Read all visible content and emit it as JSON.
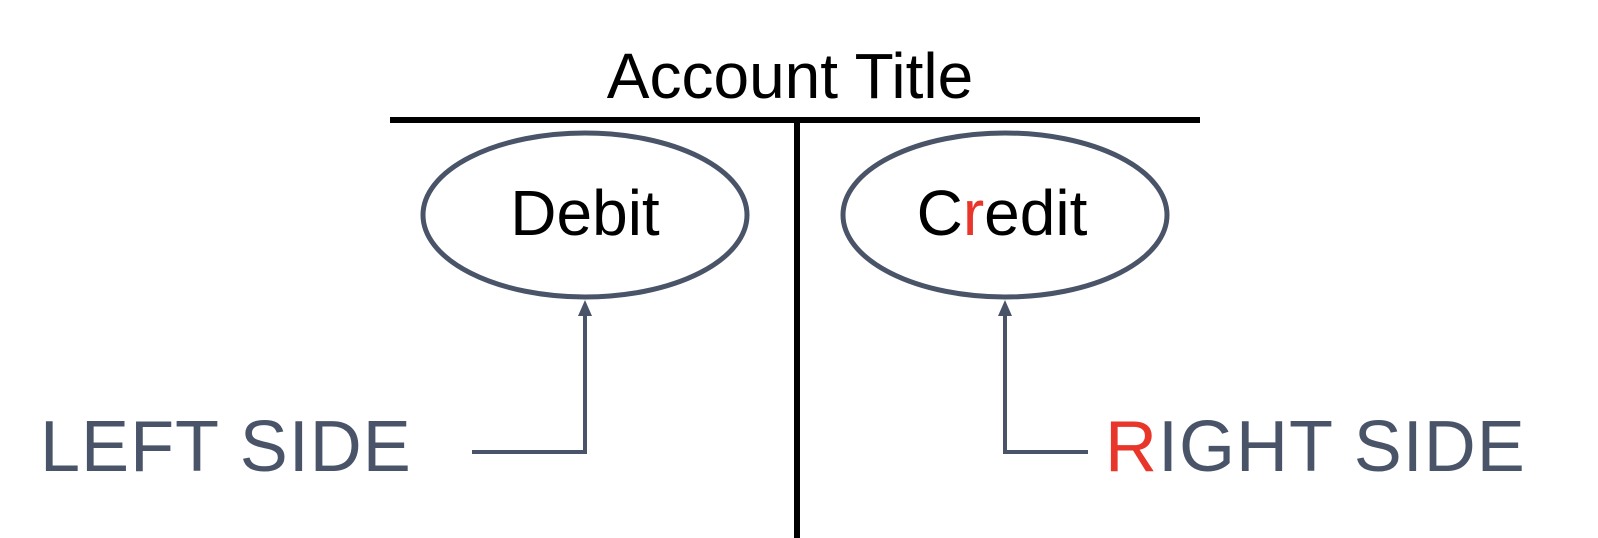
{
  "title": "Account Title",
  "debit": {
    "label": "Debit"
  },
  "credit": {
    "prefix": "C",
    "highlight": "r",
    "suffix": "edit"
  },
  "left_side": {
    "label": "LEFT SIDE"
  },
  "right_side": {
    "highlight": "R",
    "suffix": "IGHT SIDE"
  },
  "colors": {
    "line": "#000000",
    "oval": "#4a5468",
    "label": "#4a5468",
    "highlight": "#e8362a"
  }
}
